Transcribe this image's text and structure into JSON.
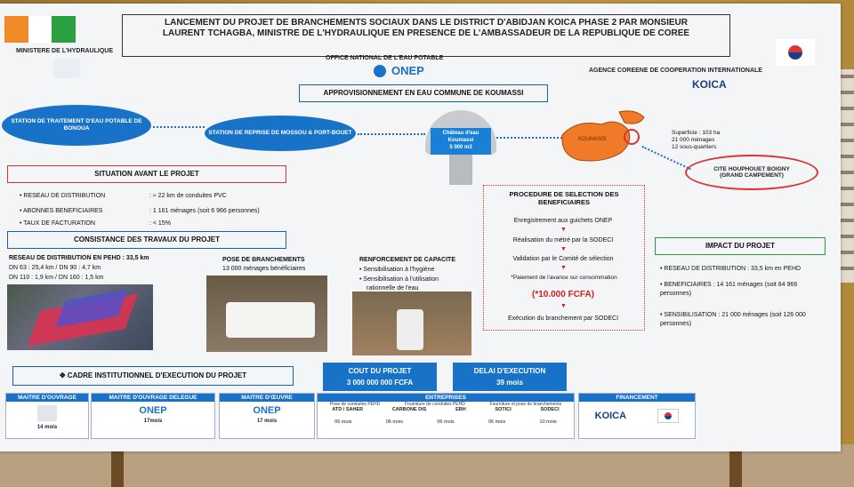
{
  "header": {
    "title_line1": "LANCEMENT DU PROJET DE BRANCHEMENTS SOCIAUX DANS LE DISTRICT D'ABIDJAN KOICA PHASE 2 PAR MONSIEUR",
    "title_line2": "LAURENT TCHAGBA, MINISTRE DE L'HYDRAULIQUE EN PRESENCE DE L'AMBASSADEUR DE LA REPUBLIQUE DE COREE",
    "ministry": "MINISTERE DE L'HYDRAULIQUE",
    "onep_label": "OFFICE NATIONAL DE L'EAU POTABLE",
    "onep_logo": "ONEP",
    "koica_agency": "AGENCE COREENE DE COOPERATION INTERNATIONALE",
    "koica_logo": "KOICA"
  },
  "supply": {
    "heading": "APPROVISIONNEMENT EN EAU COMMUNE DE KOUMASSI",
    "station1": "STATION DE TRAITEMENT D'EAU POTABLE DE BONOUA",
    "station2": "STATION DE REPRISE DE MOSSOU & PORT-BOUET",
    "tower_line1": "Château d'eau",
    "tower_line2": "Koumassi",
    "tower_line3": "5 000 m3",
    "map_label": "KOUMASSI",
    "stats_line1": "Superficie : 103 ha",
    "stats_line2": "21 000 ménages",
    "stats_line3": "12 sous-quartiers",
    "cite": "CITE HOUPHOUET BOIGNY (GRAND CAMPEMENT)"
  },
  "situation": {
    "heading": "SITUATION AVANT LE PROJET",
    "rows": [
      {
        "label": "RESEAU DE DISTRIBUTION",
        "value": ": ≈ 22 km de conduites PVC"
      },
      {
        "label": "ABONNES BENEFICIAIRES",
        "value": ": 1 161 ménages (soit 6 966 personnes)"
      },
      {
        "label": "TAUX DE FACTURATION",
        "value": ": < 15%"
      }
    ]
  },
  "consistance": {
    "heading": "CONSISTANCE DES TRAVAUX DU PROJET",
    "col1_title": "RESEAU DE DISTRIBUTION EN PEHD : 33,5 km",
    "col1_line1": "DN 63 : 25,4 km / DN 90 : 4,7 km",
    "col1_line2": "DN 110 : 1,9 km / DN 160 : 1,5 km",
    "col2_title": "POSE DE BRANCHEMENTS",
    "col2_line1": "13 000 ménages bénéficiaires",
    "col3_title": "RENFORCEMENT DE CAPACITE",
    "col3_line1": "Sensibilisation à l'hygiène",
    "col3_line2": "Sensibilisation à l'utilisation",
    "col3_line3": "rationnelle de l'eau"
  },
  "procedure": {
    "heading": "PROCEDURE DE SELECTION DES BENEFICIAIRES",
    "steps": [
      "Enregistrement aux guichets ONEP",
      "Réalisation du métré par la SODECI",
      "Validation par le Comité de sélection",
      "*Paiement de l'avance sur consommation",
      "(*10.000 FCFA)",
      "Exécution du branchement par SODECI"
    ]
  },
  "impact": {
    "heading": "IMPACT DU PROJET",
    "rows": [
      "RESEAU DE DISTRIBUTION : 33,5 km en PEHD",
      "BENEFICIAIRES : 14 161 ménages (soit 84 966 personnes)",
      "SENSIBILISATION : 21 000 ménages (soit 126 000 personnes)"
    ]
  },
  "cadre": {
    "heading": "CADRE INSTITUTIONNEL D'EXECUTION DU PROJET",
    "cout_label": "COUT DU PROJET",
    "cout_value": "3 000 000 000 FCFA",
    "delai_label": "DELAI D'EXECUTION",
    "delai_value": "39 mois",
    "moa": "MAITRE D'OUVRAGE",
    "moa_dur": "14 mois",
    "mod": "MAITRE D'OUVRAGE DELEGUE",
    "mod_dur": "17mois",
    "moe": "MAITRE D'ŒUVRE",
    "moe_dur": "17 mois",
    "entreprises": "ENTREPRISES",
    "ent_sub1": "Pose de conduites PEHD",
    "ent_sub2": "Fourniture de conduites PEHD",
    "ent_sub3": "Fourniture et pose de branchements",
    "ent_names": [
      "ATD / SAHER",
      "CARBONE DIS",
      "EBH",
      "SOTICI",
      "SODECI"
    ],
    "ent_durs": [
      "06 mois",
      "06 mois",
      "06 mois",
      "06 mois",
      "10 mois"
    ],
    "financement": "FINANCEMENT"
  },
  "colors": {
    "blue": "#1872c8",
    "red": "#d33333",
    "green": "#2a9a3a",
    "orange": "#f07a28"
  }
}
